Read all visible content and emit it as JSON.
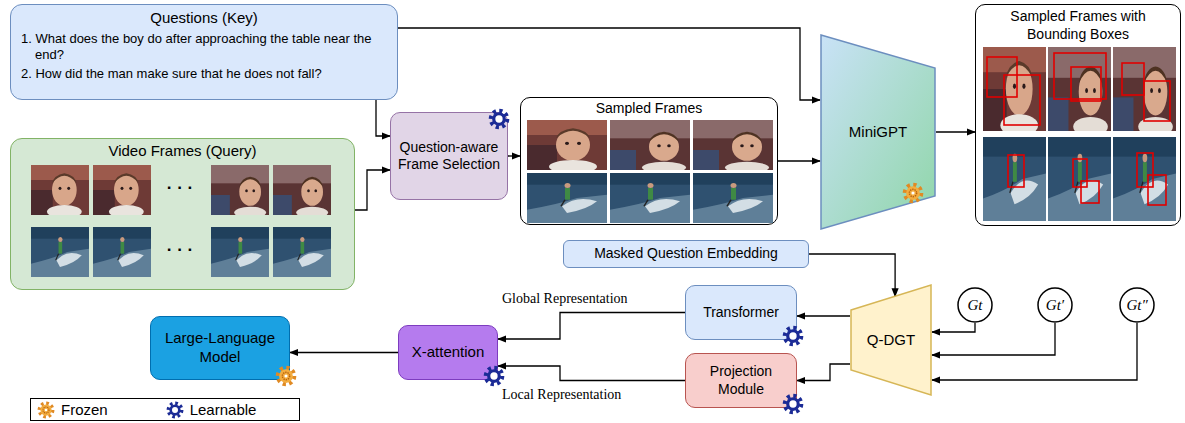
{
  "diagram": {
    "nodes": [
      {
        "text": [
          "Questions (Key)",
          "1. What does the boy do after approaching the table near the end?",
          "2. How did the man make sure that he does not fall?"
        ]
      },
      {
        "text": [
          "Video Frames (Query)"
        ]
      },
      {
        "text": [
          "Question-aware Frame Selection"
        ]
      },
      {
        "text": [
          "Sampled Frames"
        ]
      },
      {
        "text": [
          "MiniGPT"
        ]
      },
      {
        "text": [
          "Sampled Frames with Bounding Boxes"
        ]
      },
      {
        "text": [
          "Masked Question Embedding"
        ]
      },
      {
        "text": [
          "Gt"
        ]
      },
      {
        "text": [
          "Gt′"
        ]
      },
      {
        "text": [
          "Gt″"
        ]
      },
      {
        "text": [
          "Q-DGT"
        ]
      },
      {
        "text": [
          "Transformer"
        ]
      },
      {
        "text": [
          "Projection Module"
        ]
      },
      {
        "text": [
          "X-attention"
        ]
      },
      {
        "text": [
          "Large-Language Model"
        ]
      }
    ],
    "edges": [
      {
        "from": 0,
        "to": 2,
        "arrow": "to"
      },
      {
        "from": 1,
        "to": 2,
        "arrow": "to"
      },
      {
        "from": 0,
        "to": 4,
        "arrow": "to"
      },
      {
        "from": 2,
        "to": 3,
        "arrow": "to"
      },
      {
        "from": 3,
        "to": 4,
        "arrow": "to"
      },
      {
        "from": 4,
        "to": 5,
        "arrow": "to"
      },
      {
        "from": 6,
        "to": 10,
        "arrow": "to"
      },
      {
        "from": 7,
        "to": 10,
        "arrow": "to"
      },
      {
        "from": 8,
        "to": 10,
        "arrow": "to"
      },
      {
        "from": 9,
        "to": 10,
        "arrow": "to"
      },
      {
        "from": 10,
        "to": 11,
        "arrow": "to"
      },
      {
        "from": 10,
        "to": 12,
        "arrow": "to"
      },
      {
        "from": 11,
        "to": 13,
        "label": "Global Representation",
        "arrow": "to"
      },
      {
        "from": 12,
        "to": 13,
        "label": "Local Representation",
        "arrow": "to"
      },
      {
        "from": 13,
        "to": 14,
        "arrow": "to"
      }
    ],
    "labels": [
      "· · ·",
      "· · ·"
    ],
    "legend": [
      {
        "text": "Frozen"
      },
      {
        "text": "Learnable"
      }
    ]
  }
}
